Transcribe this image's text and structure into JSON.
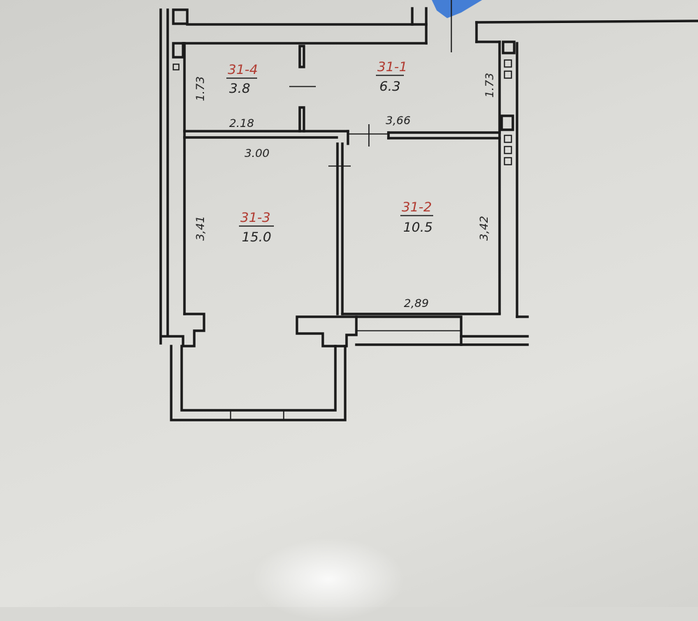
{
  "rooms": [
    {
      "id": "31-4",
      "area": "3.8"
    },
    {
      "id": "31-1",
      "area": "6.3"
    },
    {
      "id": "31-3",
      "area": "15.0"
    },
    {
      "id": "31-2",
      "area": "10.5"
    }
  ],
  "dimensions": {
    "r4_height": "1.73",
    "r1_height": "1.73",
    "r4_width": "2.18",
    "r1_width": "3,66",
    "r3_width": "3.00",
    "r3_height": "3,41",
    "r2_height": "3,42",
    "r2_width": "2,89"
  },
  "colors": {
    "room_id": "#b0392f",
    "wall": "#1a1a1a",
    "marker": "#2a6fd6"
  }
}
